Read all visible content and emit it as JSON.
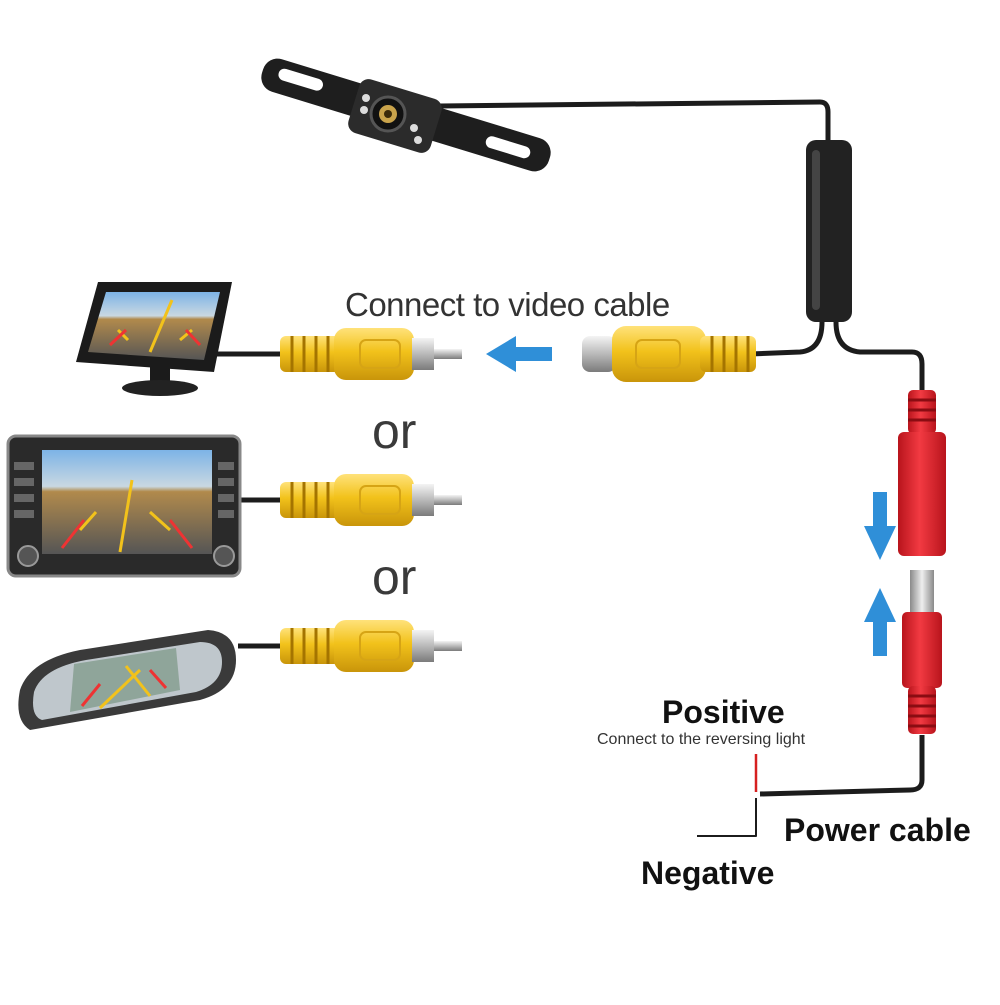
{
  "labels": {
    "connect_video": "Connect  to video cable",
    "or_1": "or",
    "or_2": "or",
    "positive": "Positive",
    "positive_note": "Connect to the reversing light",
    "power_cable": "Power cable",
    "negative": "Negative"
  },
  "colors": {
    "rca_yellow": "#f2c21b",
    "power_red": "#e8262f",
    "arrow_blue": "#2f8fd8",
    "cable_black": "#1c1c1c",
    "positive_wire": "#d62020"
  },
  "icons": {
    "camera": "license-plate-camera-icon",
    "monitor": "dash-monitor-icon",
    "head_unit": "car-dvd-head-unit-icon",
    "mirror": "rearview-mirror-monitor-icon",
    "rca_male": "rca-male-plug-icon",
    "rca_female": "rca-female-plug-icon",
    "dc_female": "dc-female-plug-icon",
    "dc_male": "dc-male-plug-icon",
    "arrow_left": "arrow-left-icon",
    "arrow_down": "arrow-down-icon",
    "arrow_up": "arrow-up-icon"
  }
}
